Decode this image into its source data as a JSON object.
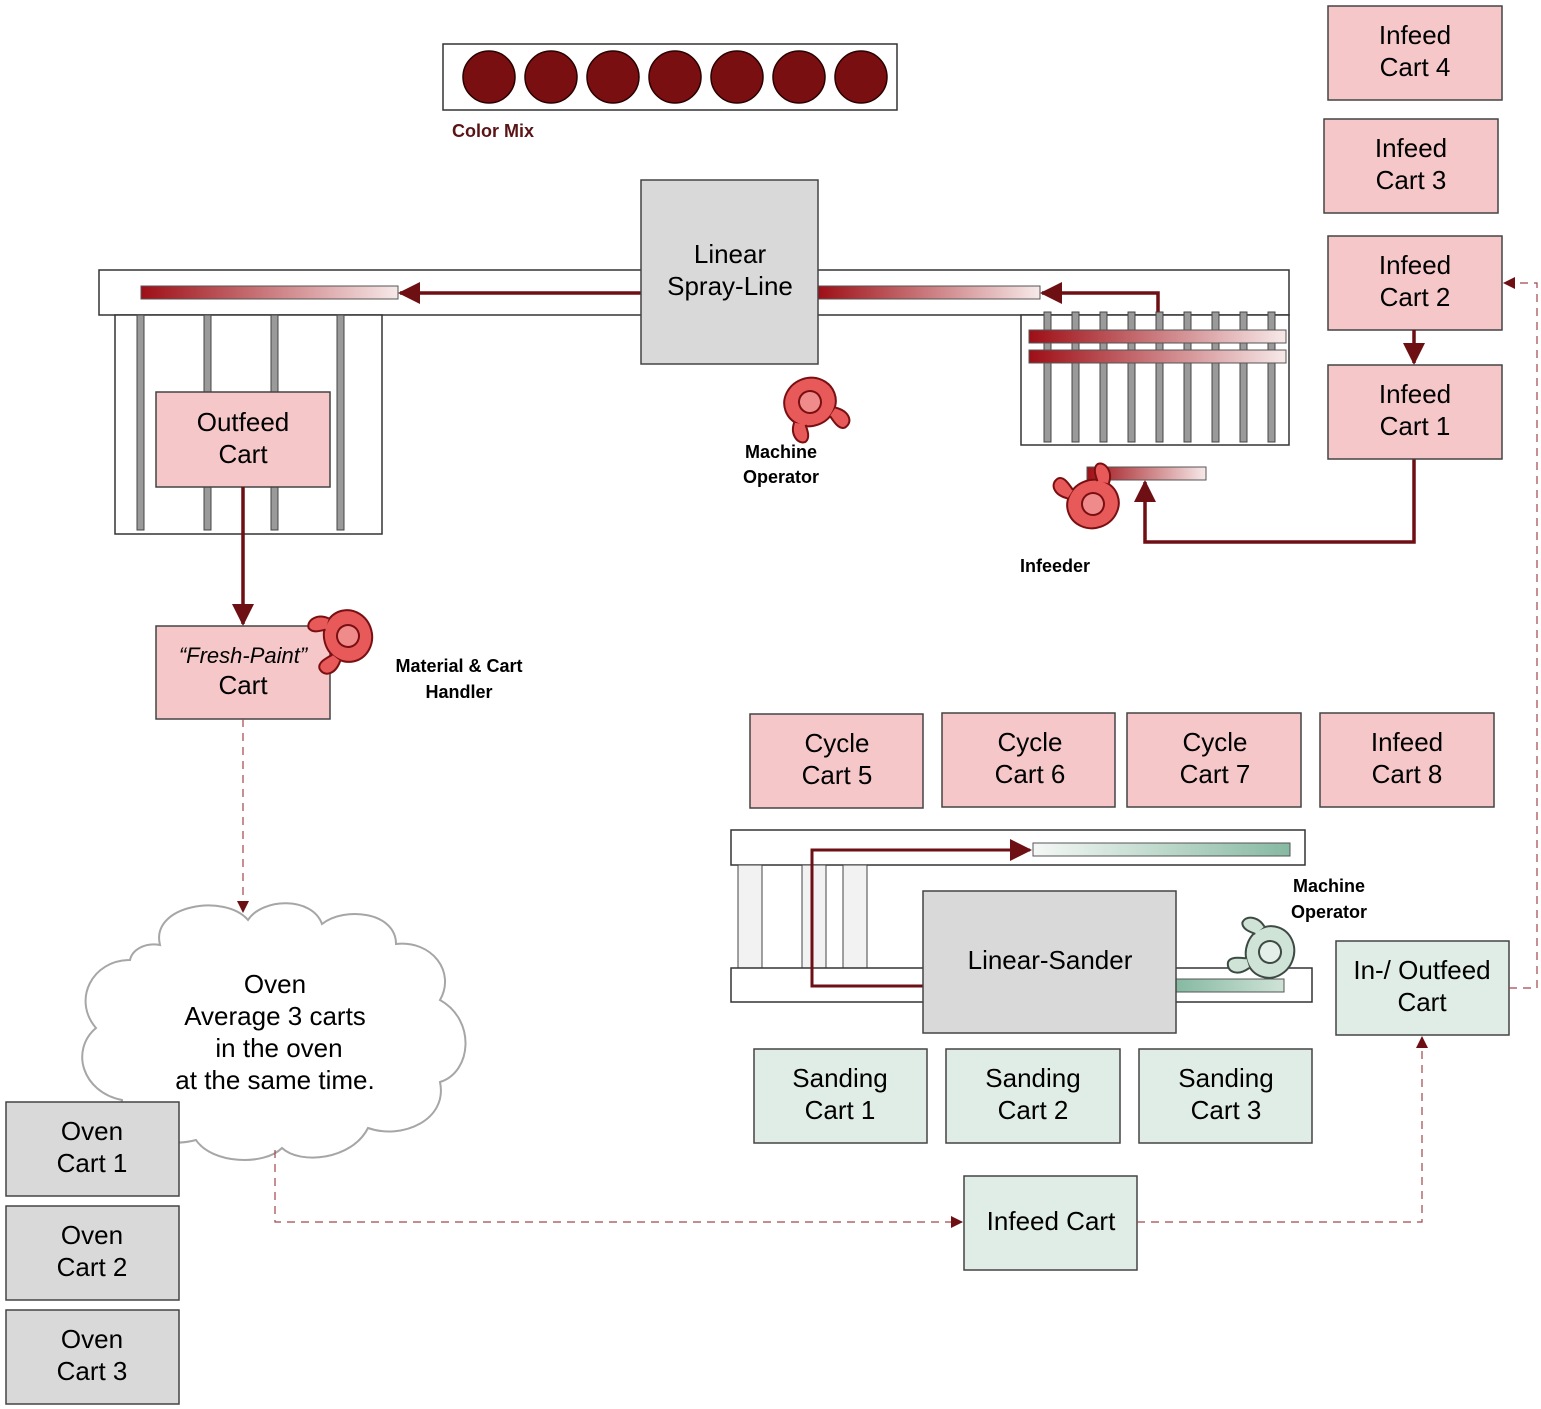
{
  "colors": {
    "pink_fill": "#f6c7c9",
    "gray_fill": "#d9d9d9",
    "green_fill": "#e0ede6",
    "dark_red": "#7a0f12",
    "flow_arrow": "#6e0f14",
    "dashed_arrow": "#a0474b",
    "operator_red": "#e85a5a",
    "operator_green": "#cfe3d6"
  },
  "color_mix": {
    "label": "Color Mix",
    "dot_count": 7
  },
  "spray_line": {
    "label_line1": "Linear",
    "label_line2": "Spray-Line"
  },
  "outfeed_cart": {
    "line1": "Outfeed",
    "line2": "Cart"
  },
  "fresh_paint_cart": {
    "line1": "“Fresh-Paint”",
    "line2": "Cart"
  },
  "infeed_carts_top": [
    {
      "line1": "Infeed",
      "line2": "Cart 4"
    },
    {
      "line1": "Infeed",
      "line2": "Cart 3"
    },
    {
      "line1": "Infeed",
      "line2": "Cart 2"
    },
    {
      "line1": "Infeed",
      "line2": "Cart 1"
    }
  ],
  "people": {
    "machine_operator_top": {
      "line1": "Machine",
      "line2": "Operator",
      "icon": "operator-icon"
    },
    "infeeder": {
      "line1": "Infeeder",
      "icon": "operator-icon"
    },
    "material_handler": {
      "line1": "Material & Cart",
      "line2": "Handler",
      "icon": "operator-icon"
    },
    "machine_operator_bottom": {
      "line1": "Machine",
      "line2": "Operator",
      "icon": "operator-icon"
    }
  },
  "oven": {
    "line1": "Oven",
    "line2": "Average 3 carts",
    "line3": "in the oven",
    "line4": "at the same time."
  },
  "oven_carts": [
    {
      "line1": "Oven",
      "line2": "Cart 1"
    },
    {
      "line1": "Oven",
      "line2": "Cart 2"
    },
    {
      "line1": "Oven",
      "line2": "Cart 3"
    }
  ],
  "cycle_carts": [
    {
      "line1": "Cycle",
      "line2": "Cart 5"
    },
    {
      "line1": "Cycle",
      "line2": "Cart 6"
    },
    {
      "line1": "Cycle",
      "line2": "Cart 7"
    },
    {
      "line1": "Infeed",
      "line2": "Cart 8"
    }
  ],
  "sander": {
    "label": "Linear-Sander"
  },
  "in_outfeed_cart": {
    "line1": "In-/ Outfeed",
    "line2": "Cart"
  },
  "sanding_carts": [
    {
      "line1": "Sanding",
      "line2": "Cart 1"
    },
    {
      "line1": "Sanding",
      "line2": "Cart 2"
    },
    {
      "line1": "Sanding",
      "line2": "Cart 3"
    }
  ],
  "infeed_cart_bottom": {
    "label": "Infeed Cart"
  }
}
